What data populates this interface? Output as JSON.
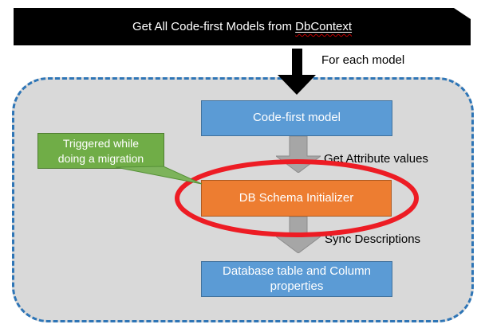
{
  "title_banner": {
    "text_prefix": "Get All Code-first Models from ",
    "underlined_word": "DbContext",
    "bg_color": "#000000",
    "text_color": "#ffffff",
    "spellcheck_underline_color": "#c00000"
  },
  "outer_arrow": {
    "label": "For each model",
    "color": "#000000"
  },
  "loop_container": {
    "bg_color": "#d9d9d9",
    "border_color": "#2e75b6",
    "border_style": "dashed"
  },
  "nodes": [
    {
      "id": "code-first-model",
      "label": "Code-first model",
      "fill": "#5b9bd5",
      "border": "#41719c"
    },
    {
      "id": "db-schema-initializer",
      "label": "DB Schema Initializer",
      "fill": "#ed7d31",
      "border": "#ae5a21"
    },
    {
      "id": "database-table-properties",
      "label": "Database table and Column properties",
      "fill": "#5b9bd5",
      "border": "#41719c"
    }
  ],
  "step_arrows": [
    {
      "label": "Get Attribute values",
      "color": "#a6a6a6"
    },
    {
      "label": "Sync Descriptions",
      "color": "#a6a6a6"
    }
  ],
  "callout": {
    "line1": "Triggered while",
    "line2": "doing a migration",
    "fill": "#70ad47",
    "border": "#507e32"
  },
  "highlight_ellipse": {
    "color": "#ed1c24",
    "highlights": "DB Schema Initializer"
  }
}
